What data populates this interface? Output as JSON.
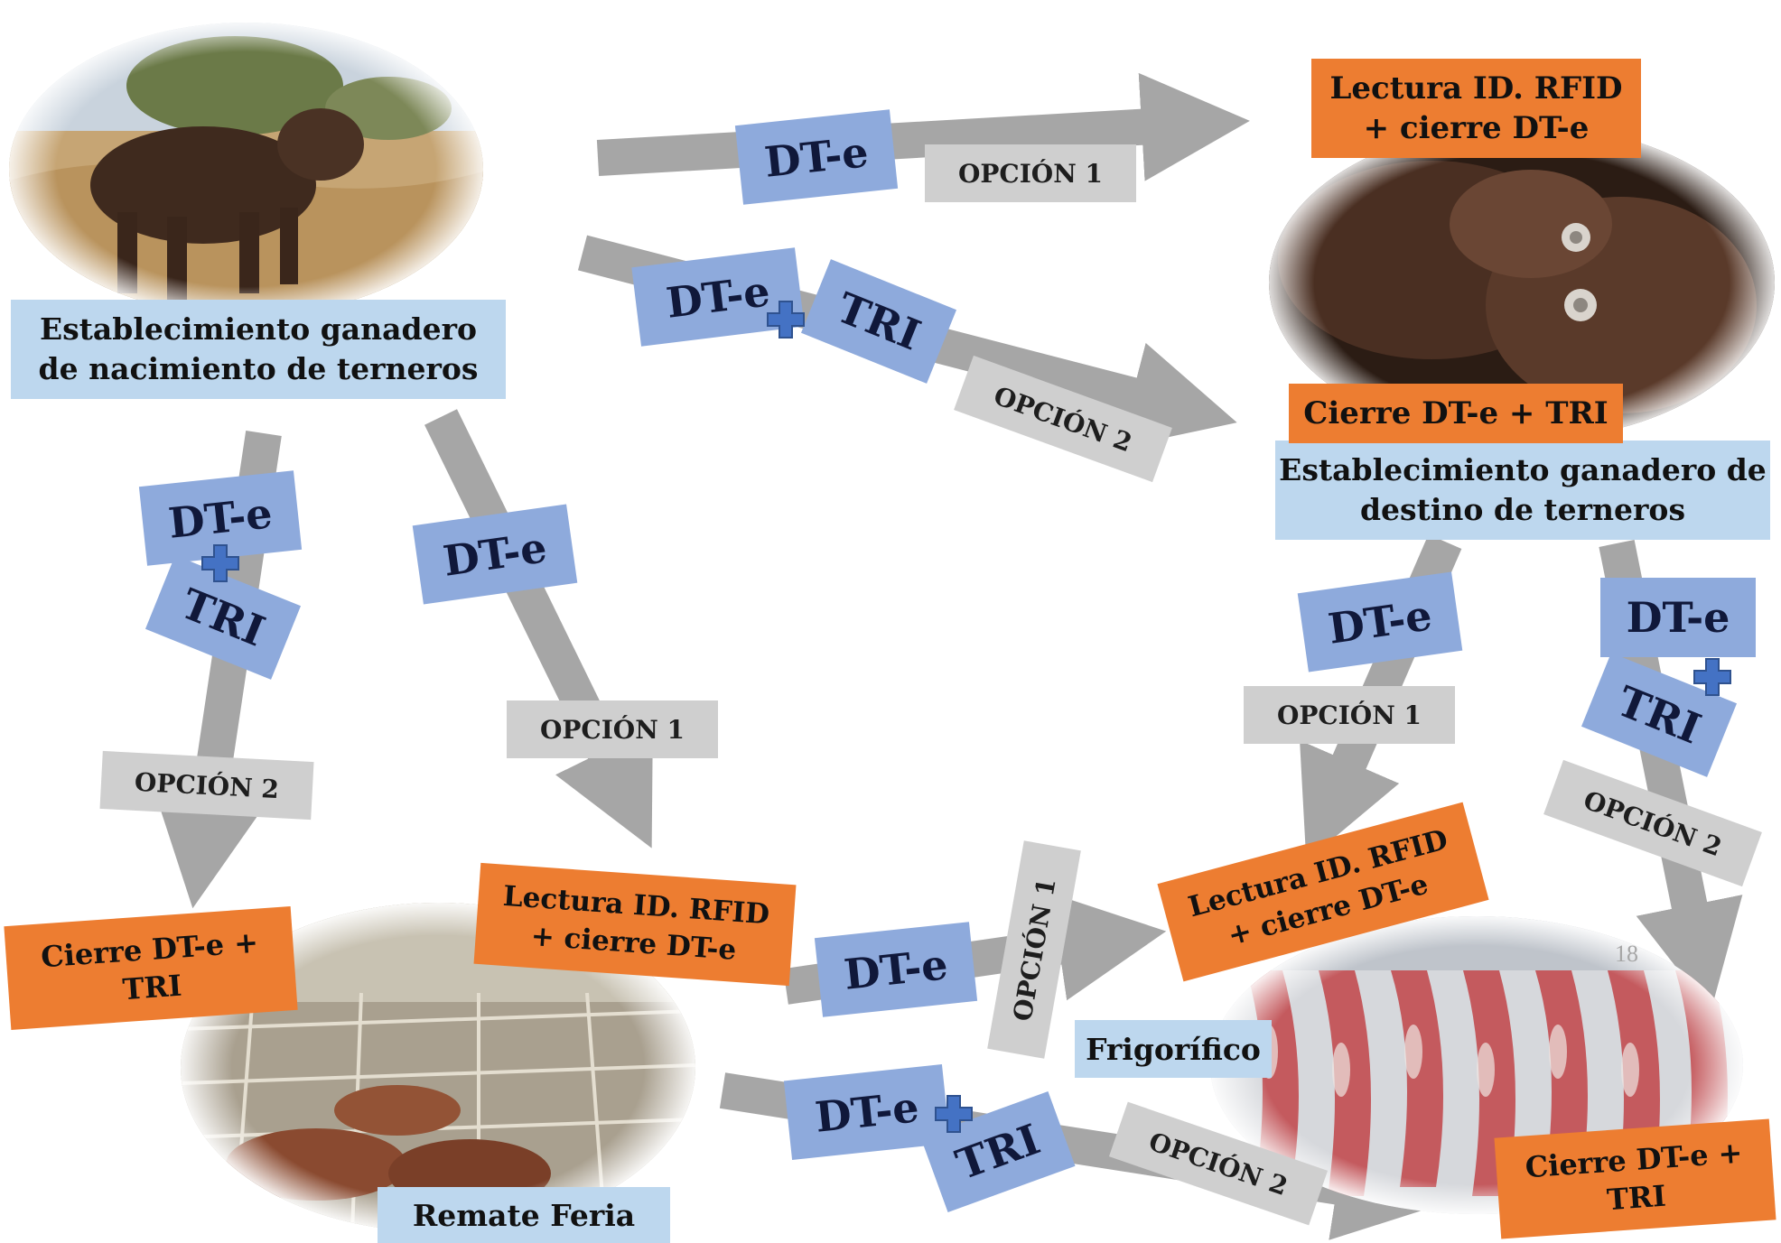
{
  "page_number": "18",
  "nodes": {
    "origin": "Establecimiento ganadero\nde nacimiento de terneros",
    "destination": "Establecimiento ganadero de\ndestino de terneros",
    "auction": "Remate Feria",
    "slaughterhouse": "Frigorífico"
  },
  "results": {
    "rfid_read_top": "Lectura ID. RFID\n+ cierre DT-e",
    "close_top": "Cierre DT-e + TRI",
    "close_left": "Cierre DT-e +\nTRI",
    "rfid_read_auction": "Lectura ID. RFID\n+ cierre DT-e",
    "rfid_read_slaughter": "Lectura ID. RFID\n+ cierre DT-e",
    "close_slaughter": "Cierre DT-e +\nTRI"
  },
  "tags": {
    "dte": "DT-e",
    "tri": "TRI",
    "option1": "OPCIÓN 1",
    "option2": "OPCIÓN 2"
  },
  "colors": {
    "arrow": "#a6a6a6",
    "document_tag": "#8eaadc",
    "option_tag": "#cfcfcf",
    "result_box": "#ed7d31",
    "place_label": "#bdd7ee",
    "plus": "#4472c4"
  }
}
